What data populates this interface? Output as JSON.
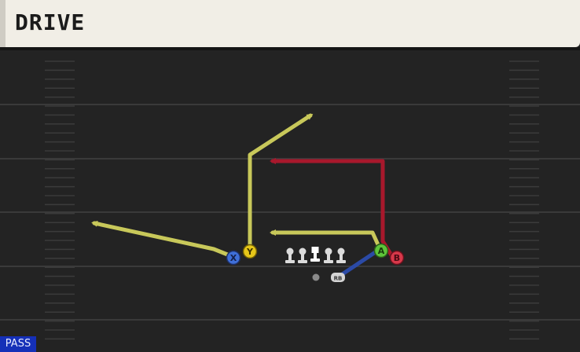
{
  "play": {
    "name": "DRIVE"
  },
  "play_type_badge": "PASS",
  "colors": {
    "yellow_route": "#c8c85a",
    "red_route": "#a8182c",
    "blue_route": "#2b4aa6",
    "button_x": "#3f6fd8",
    "button_y": "#e6c619",
    "button_a": "#5ec43a",
    "button_b": "#d8384a"
  },
  "receivers": [
    {
      "id": "x",
      "button": "X",
      "icon": "x-button-icon"
    },
    {
      "id": "y",
      "button": "Y",
      "icon": "y-button-icon"
    },
    {
      "id": "a",
      "button": "A",
      "icon": "a-button-icon"
    },
    {
      "id": "b",
      "button": "B",
      "icon": "b-button-icon"
    }
  ],
  "backfield": {
    "rb_label": "RB"
  }
}
